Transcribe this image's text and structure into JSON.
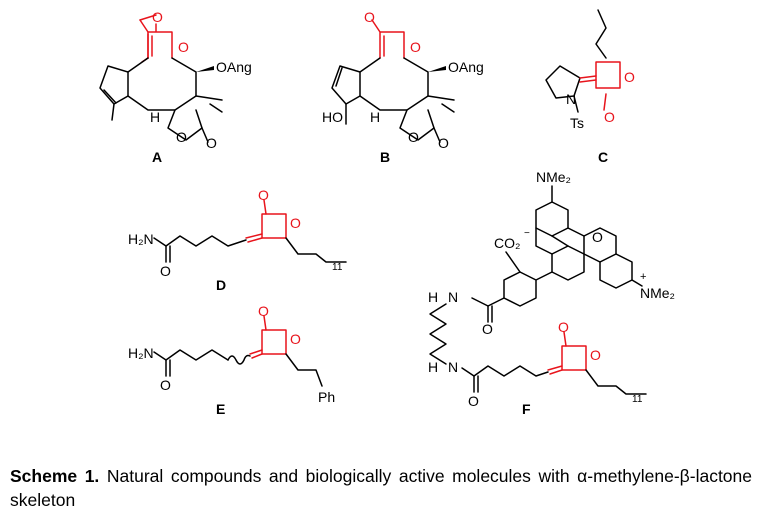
{
  "compounds": {
    "A": {
      "label": "A",
      "substituent": "OAng",
      "h_label": "H"
    },
    "B": {
      "label": "B",
      "substituent": "OAng",
      "h_label": "H",
      "ho_label": "HO"
    },
    "C": {
      "label": "C",
      "n_label": "N",
      "ts_label": "Ts"
    },
    "D": {
      "label": "D",
      "amide": "H₂N",
      "chain_sub": "11"
    },
    "E": {
      "label": "E",
      "amide": "H₂N",
      "ph_label": "Ph"
    },
    "F": {
      "label": "F",
      "nme2_top": "NMe₂",
      "nme2_plus": "NMe₂",
      "plus": "+",
      "co2": "CO₂",
      "minus": "−",
      "n_label": "N",
      "h_label": "H",
      "o_label": "O",
      "chain_sub": "11"
    }
  },
  "atom_o": "O",
  "caption": {
    "bold": "Scheme 1.",
    "text": " Natural compounds and biologically active molecules with α-methylene-β-lactone skeleton"
  }
}
